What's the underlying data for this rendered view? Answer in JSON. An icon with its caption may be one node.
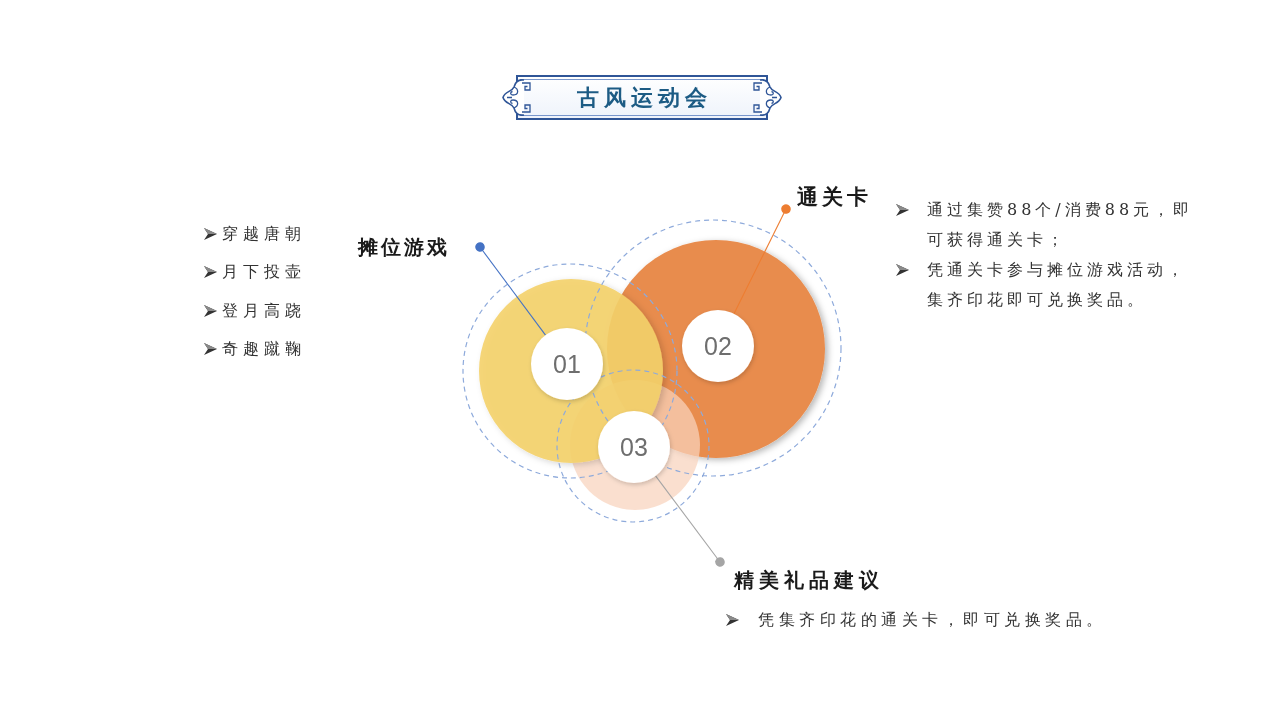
{
  "diagram": {
    "title": "古风运动会",
    "nodes": [
      {
        "text": [
          "摊位游戏"
        ],
        "beside": [
          "穿越唐朝",
          "月下投壶",
          "登月高跷",
          "奇趣蹴鞠"
        ]
      },
      {
        "text": [],
        "shape": "circle"
      },
      {
        "text": [
          "01"
        ],
        "in": 1
      },
      {
        "text": [
          "通关卡"
        ],
        "beside": [
          "通过集赞88个/消费88元，即可获得通关卡；",
          "凭通关卡参与摊位游戏活动，集齐印花即可兑换奖品。"
        ]
      },
      {
        "text": [],
        "shape": "circle"
      },
      {
        "text": [
          "02"
        ],
        "in": 4
      },
      {
        "text": [],
        "shape": "circle"
      },
      {
        "text": [
          "03"
        ],
        "in": 6
      },
      {
        "text": [
          "精美礼品建议"
        ],
        "beside": [
          "凭集齐印花的通关卡，即可兑换奖品。"
        ]
      }
    ],
    "edges": [
      {
        "from": 0,
        "to": 2,
        "arrow": "other",
        "color": "#4472c4"
      },
      {
        "from": 3,
        "to": 5,
        "arrow": "other",
        "color": "#ed7d31"
      },
      {
        "from": 8,
        "to": 7,
        "arrow": "other",
        "color": "#a5a5a5"
      }
    ]
  }
}
